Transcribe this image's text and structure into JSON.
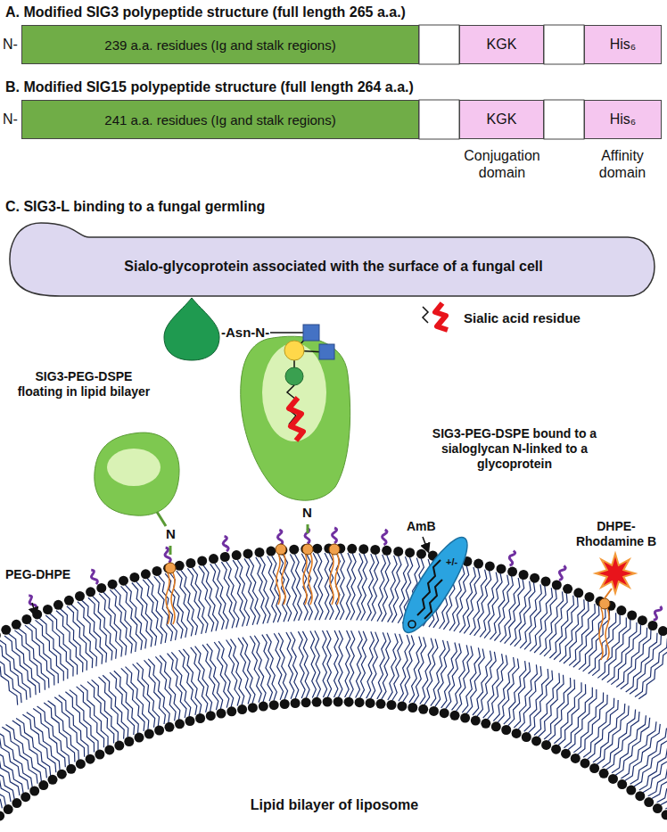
{
  "diagram": {
    "nodes": [
      {
        "text": [
          "239 a.a. residues (Ig and stalk regions)"
        ]
      },
      {
        "text": [
          "KGK"
        ]
      },
      {
        "text": [
          "His₆"
        ]
      },
      {
        "text": [
          "241 a.a. residues (Ig and stalk regions)"
        ]
      },
      {
        "text": [
          "KGK"
        ]
      },
      {
        "text": [
          "His₆"
        ]
      },
      {
        "text": [
          "Sialo-glycoprotein associated with the surface of a fungal cell"
        ]
      }
    ],
    "edges": [],
    "labels": [
      "A. Modified SIG3 polypeptide structure (full length 265 a.a.)",
      "N-",
      "B. Modified SIG15 polypeptide structure (full length 264 a.a.)",
      "N-",
      "Conjugation domain",
      "Affinity domain",
      "C. SIG3-L binding to a fungal germling",
      "-Asn-N-",
      "Sialic acid residue",
      "SIG3-PEG-DSPE floating in lipid bilayer",
      "SIG3-PEG-DSPE bound to a sialoglycan N-linked to a glycoprotein",
      "N",
      "N",
      "PEG-DHPE",
      "AmB",
      "+/-",
      "DHPE-Rhodamine B",
      "Lipid bilayer of liposome"
    ]
  }
}
